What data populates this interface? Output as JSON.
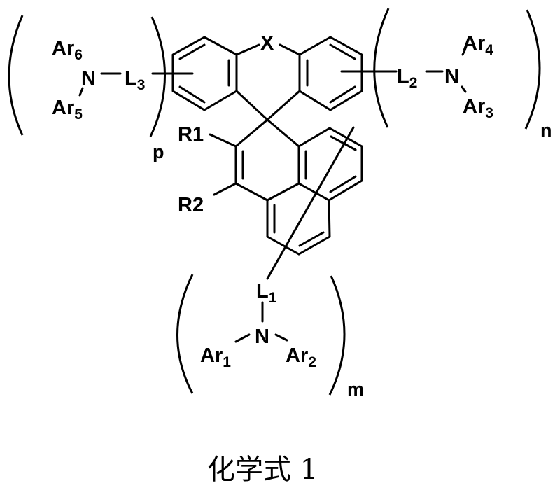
{
  "figure": {
    "caption": "化学式 1",
    "core": {
      "bridge_atom": "X",
      "substituent_top": "R1",
      "substituent_bottom": "R2"
    },
    "group_left": {
      "n_atom": "N",
      "linker": "L",
      "linker_sub": "3",
      "aryl_top": "Ar",
      "aryl_top_sub": "6",
      "aryl_bottom": "Ar",
      "aryl_bottom_sub": "5",
      "repeat_index": "p"
    },
    "group_right": {
      "n_atom": "N",
      "linker": "L",
      "linker_sub": "2",
      "aryl_top": "Ar",
      "aryl_top_sub": "4",
      "aryl_bottom": "Ar",
      "aryl_bottom_sub": "3",
      "repeat_index": "n"
    },
    "group_bottom": {
      "n_atom": "N",
      "linker": "L",
      "linker_sub": "1",
      "aryl_left": "Ar",
      "aryl_left_sub": "1",
      "aryl_right": "Ar",
      "aryl_right_sub": "2",
      "repeat_index": "m"
    }
  }
}
